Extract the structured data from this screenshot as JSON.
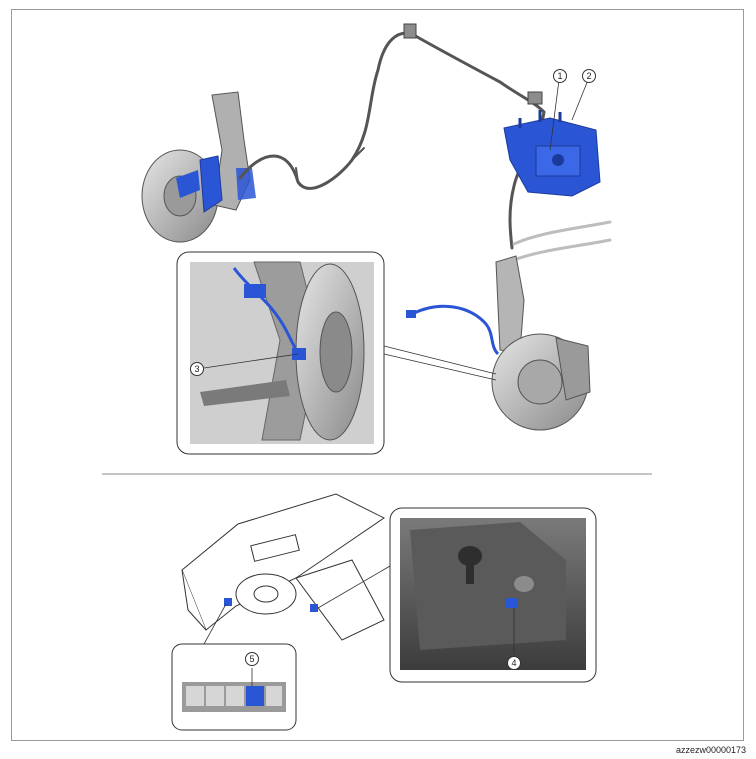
{
  "figure": {
    "document_id": "azzezw00000173",
    "callouts": [
      "1",
      "2",
      "3",
      "4",
      "5"
    ]
  },
  "colors": {
    "highlight": "#2a56d6",
    "part": "#8c8c8c",
    "part_light": "#c9c9c9",
    "line": "#333333",
    "frame": "#9a9a9a"
  }
}
